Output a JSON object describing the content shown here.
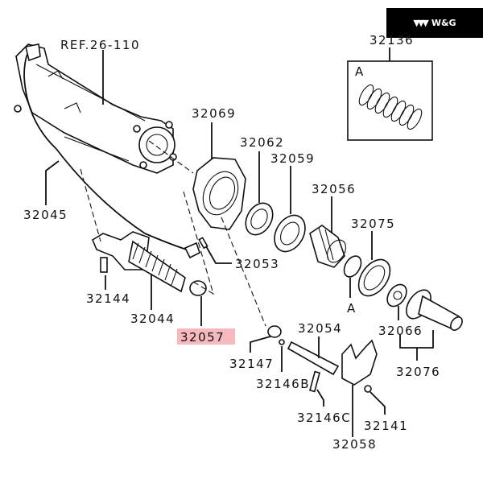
{
  "brand": {
    "logo_icon": "triple-chevron-down-icon",
    "logo_glyph": "▼▼▼",
    "name": "W&G"
  },
  "diagram": {
    "title_ref": "REF.26-110",
    "highlight_color": "#f6b9bd",
    "highlighted_part": "32057",
    "labels": {
      "ref": "REF.26-110",
      "p32136": "32136",
      "p32069": "32069",
      "p32062": "32062",
      "p32059": "32059",
      "p32056": "32056",
      "p32075": "32075",
      "p32045": "32045",
      "p32053": "32053",
      "p32144": "32144",
      "p32044": "32044",
      "p32057": "32057",
      "p32066": "32066",
      "p32076": "32076",
      "p32054": "32054",
      "p32147": "32147",
      "p32146B": "32146B",
      "p32146C": "32146C",
      "p32141": "32141",
      "p32058": "32058",
      "markA_inset": "A",
      "markA_ring": "A"
    }
  }
}
